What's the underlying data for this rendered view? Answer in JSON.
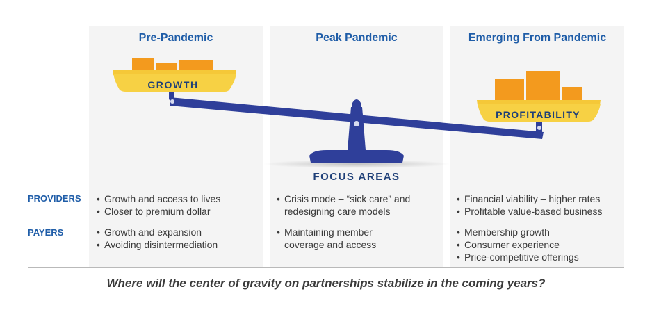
{
  "columns": [
    {
      "header": "Pre-Pandemic"
    },
    {
      "header": "Peak Pandemic"
    },
    {
      "header": "Emerging From Pandemic"
    }
  ],
  "scale": {
    "left_label": "GROWTH",
    "right_label": "PROFITABILITY"
  },
  "focus_areas_label": "FOCUS AREAS",
  "rows": [
    {
      "label": "PROVIDERS",
      "cells": [
        [
          "Growth and access to lives",
          "Closer to premium dollar"
        ],
        [
          "Crisis mode – “sick care” and redesigning care models"
        ],
        [
          "Financial viability – higher rates",
          "Profitable value-based business"
        ]
      ]
    },
    {
      "label": "PAYERS",
      "cells": [
        [
          "Growth and expansion",
          "Avoiding disintermediation"
        ],
        [
          "Maintaining member coverage and access"
        ],
        [
          "Membership growth",
          "Consumer experience",
          "Price-competitive offerings"
        ]
      ]
    }
  ],
  "question": "Where will the center of gravity on partnerships stabilize in the coming years?",
  "colors": {
    "header_blue": "#1f5da8",
    "scale_navy": "#2f3f9a",
    "tray_yellow": "#f7d144",
    "block_orange": "#f39a1e"
  }
}
